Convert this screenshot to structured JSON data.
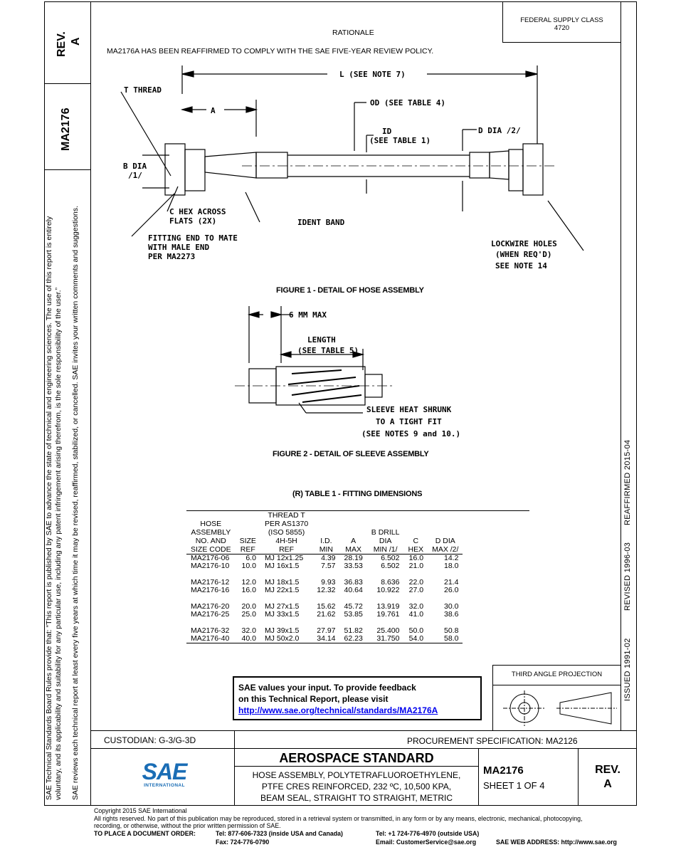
{
  "header": {
    "fsc_label": "FEDERAL SUPPLY CLASS",
    "fsc_value": "4720",
    "rationale_title": "RATIONALE",
    "rationale_text": "MA2176A HAS BEEN REAFFIRMED TO COMPLY WITH THE SAE FIVE-YEAR REVIEW POLICY."
  },
  "left_strip": {
    "rev": "REV.",
    "rev_letter": "A",
    "doc_number": "MA2176",
    "note_line1": "SAE Technical Standards Board Rules provide that: “This report is published by SAE to advance the state of technical and engineering sciences. The use of this report is entirely",
    "note_line2": "voluntary, and its applicability and suitability for any particular use, including any patent infringement arising therefrom, is the sole responsibility of the user.”",
    "note_line3": "SAE reviews each technical report at least every five years at which time it may be revised, reaffirmed, stabilized, or cancelled. SAE invites your written comments and suggestions."
  },
  "right_strip": {
    "issued": "ISSUED 1991-02",
    "revised": "REVISED 1996-03",
    "reaffirmed": "REAFFIRMED 2015-04"
  },
  "figure1": {
    "caption": "FIGURE 1 - DETAIL OF HOSE ASSEMBLY",
    "labels": {
      "l": "L (SEE NOTE 7)",
      "t_thread": "T THREAD",
      "a": "A",
      "od": "OD (SEE TABLE 4)",
      "id1": "ID",
      "id2": "(SEE TABLE 1)",
      "d_dia": "D DIA /2/",
      "b_dia1": "B DIA",
      "b_dia2": "/1/",
      "c_hex1": "C HEX ACROSS",
      "c_hex2": "FLATS (2X)",
      "ident": "IDENT BAND",
      "fit1": "FITTING END TO MATE",
      "fit2": "WITH MALE END",
      "fit3": "PER MA2273",
      "lock1": "LOCKWIRE HOLES",
      "lock2": "(WHEN REQ'D)",
      "lock3": "SEE NOTE 14"
    }
  },
  "figure2": {
    "caption": "FIGURE 2 - DETAIL OF SLEEVE ASSEMBLY",
    "labels": {
      "max6": "6 MM MAX",
      "len1": "LENGTH",
      "len2": "(SEE TABLE 5)",
      "sleeve1": "SLEEVE HEAT SHRUNK",
      "sleeve2": "TO A TIGHT FIT",
      "sleeve3": "(SEE NOTES 9 and 10.)"
    }
  },
  "table1": {
    "caption": "(R)  TABLE 1 - FITTING DIMENSIONS",
    "headers": [
      [
        "HOSE",
        "ASSEMBLY",
        "NO. AND",
        "SIZE CODE"
      ],
      [
        "SIZE",
        "REF"
      ],
      [
        "THREAD T",
        "PER AS1370",
        "(ISO 5855)",
        "4H-5H",
        "REF"
      ],
      [
        "I.D.",
        "MIN"
      ],
      [
        "A",
        "MAX"
      ],
      [
        "B DRILL",
        "DIA",
        "MIN /1/"
      ],
      [
        "C",
        "HEX"
      ],
      [
        "D DIA",
        "MAX /2/"
      ]
    ],
    "rows": [
      [
        "MA2176-06",
        "6.0",
        "MJ 12x1.25",
        "4.39",
        "28.19",
        "6.502",
        "16.0",
        "14.2"
      ],
      [
        "MA2176-10",
        "10.0",
        "MJ 16x1.5",
        "7.57",
        "33.53",
        "6.502",
        "21.0",
        "18.0"
      ],
      [
        "MA2176-12",
        "12.0",
        "MJ 18x1.5",
        "9.93",
        "36.83",
        "8.636",
        "22.0",
        "21.4"
      ],
      [
        "MA2176-16",
        "16.0",
        "MJ 22x1.5",
        "12.32",
        "40.64",
        "10.922",
        "27.0",
        "26.0"
      ],
      [
        "MA2176-20",
        "20.0",
        "MJ 27x1.5",
        "15.62",
        "45.72",
        "13.919",
        "32.0",
        "30.0"
      ],
      [
        "MA2176-25",
        "25.0",
        "MJ 33x1.5",
        "21.62",
        "53.85",
        "19.761",
        "41.0",
        "38.6"
      ],
      [
        "MA2176-32",
        "32.0",
        "MJ 39x1.5",
        "27.97",
        "51.82",
        "25.400",
        "50.0",
        "50.8"
      ],
      [
        "MA2176-40",
        "40.0",
        "MJ 50x2.0",
        "34.14",
        "62.23",
        "31.750",
        "54.0",
        "58.0"
      ]
    ]
  },
  "feedback": {
    "line1": "SAE values your input. To provide feedback",
    "line2": "on this Technical Report, please visit",
    "link": "http://www.sae.org/technical/standards/MA2176A"
  },
  "projection": {
    "label": "THIRD ANGLE PROJECTION"
  },
  "title_block": {
    "custodian": "CUSTODIAN: G-3/G-3D",
    "procurement": "PROCUREMENT SPECIFICATION: MA2126",
    "standard": "AEROSPACE STANDARD",
    "desc1": "HOSE ASSEMBLY, POLYTETRAFLUOROETHYLENE,",
    "desc2": "PTFE CRES REINFORCED, 232 ºC, 10,500 KPA,",
    "desc3": "BEAM SEAL, STRAIGHT TO STRAIGHT, METRIC",
    "doc_number": "MA2176",
    "sheet": "SHEET 1 OF 4",
    "rev": "REV.",
    "rev_letter": "A",
    "logo_text": "SAE",
    "logo_sub": "INTERNATIONAL",
    "logo_color": "#1a6db5"
  },
  "footer": {
    "copyright": "Copyright 2015 SAE International",
    "rights1": "All rights reserved. No part of this publication may be reproduced, stored in a retrieval system or transmitted, in any form or by any means, electronic, mechanical, photocopying,",
    "rights2": "recording, or otherwise, without the prior written permission of SAE.",
    "order_label": "TO PLACE A DOCUMENT ORDER:",
    "tel_us": "Tel: 877-606-7323 (inside USA and Canada)",
    "tel_out": "Tel: +1 724-776-4970 (outside USA)",
    "fax": "Fax: 724-776-0790",
    "email": "Email: CustomerService@sae.org",
    "web": "SAE WEB ADDRESS: http://www.sae.org"
  }
}
